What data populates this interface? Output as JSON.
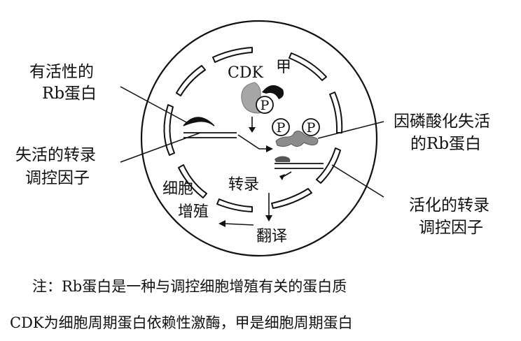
{
  "labels": {
    "active_rb_line1": "有活性的",
    "active_rb_line2": "Rb蛋白",
    "inactive_factor_line1": "失活的转录",
    "inactive_factor_line2": "调控因子",
    "cell_prolif_line1": "细胞",
    "cell_prolif_line2": "增殖",
    "cdk": "CDK",
    "jia": "甲",
    "phospho_rb_line1": "因磷酸化失活",
    "phospho_rb_line2": "的Rb蛋白",
    "activated_factor_line1": "活化的转录",
    "activated_factor_line2": "调控因子",
    "transcription": "转录",
    "translation": "翻译",
    "phosphate": "P"
  },
  "notes": {
    "line1": "注：Rb蛋白是一种与调控细胞增殖有关的蛋白质",
    "line2": "CDK为细胞周期蛋白依赖性激酶，甲是细胞周期蛋白"
  },
  "colors": {
    "stroke": "#111111",
    "cdk_fill": "#a6a6a6",
    "rb_phospho_fill": "#8c8c8c",
    "factor_dark": "#555555"
  }
}
